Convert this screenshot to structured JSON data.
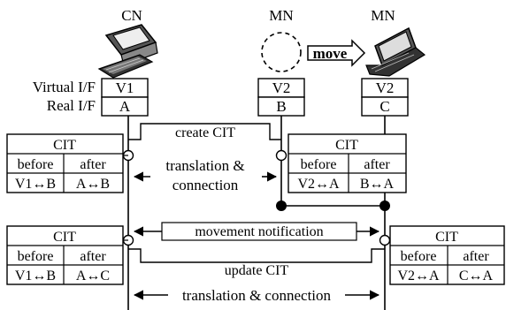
{
  "nodes": {
    "cn": "CN",
    "mn_left": "MN",
    "mn_right": "MN",
    "move": "move"
  },
  "iface": {
    "virtual_label": "Virtual I/F",
    "real_label": "Real I/F",
    "cn_virtual": "V1",
    "cn_real": "A",
    "mn_old_virtual": "V2",
    "mn_old_real": "B",
    "mn_new_virtual": "V2",
    "mn_new_real": "C"
  },
  "messages": {
    "create_cit": "create CIT",
    "translation_1_line1": "translation &",
    "translation_1_line2": "connection",
    "movement_notification": "movement notification",
    "update_cit": "update CIT",
    "translation_2": "translation & connection"
  },
  "tables": {
    "cit_cn_1": {
      "title": "CIT",
      "before_h": "before",
      "after_h": "after",
      "before": "V1↔B",
      "after": "A↔B"
    },
    "cit_mn_1": {
      "title": "CIT",
      "before_h": "before",
      "after_h": "after",
      "before": "V2↔A",
      "after": "B↔A"
    },
    "cit_cn_2": {
      "title": "CIT",
      "before_h": "before",
      "after_h": "after",
      "before": "V1↔B",
      "after": "A↔C"
    },
    "cit_mn_2": {
      "title": "CIT",
      "before_h": "before",
      "after_h": "after",
      "before": "V2↔A",
      "after": "C↔A"
    }
  }
}
